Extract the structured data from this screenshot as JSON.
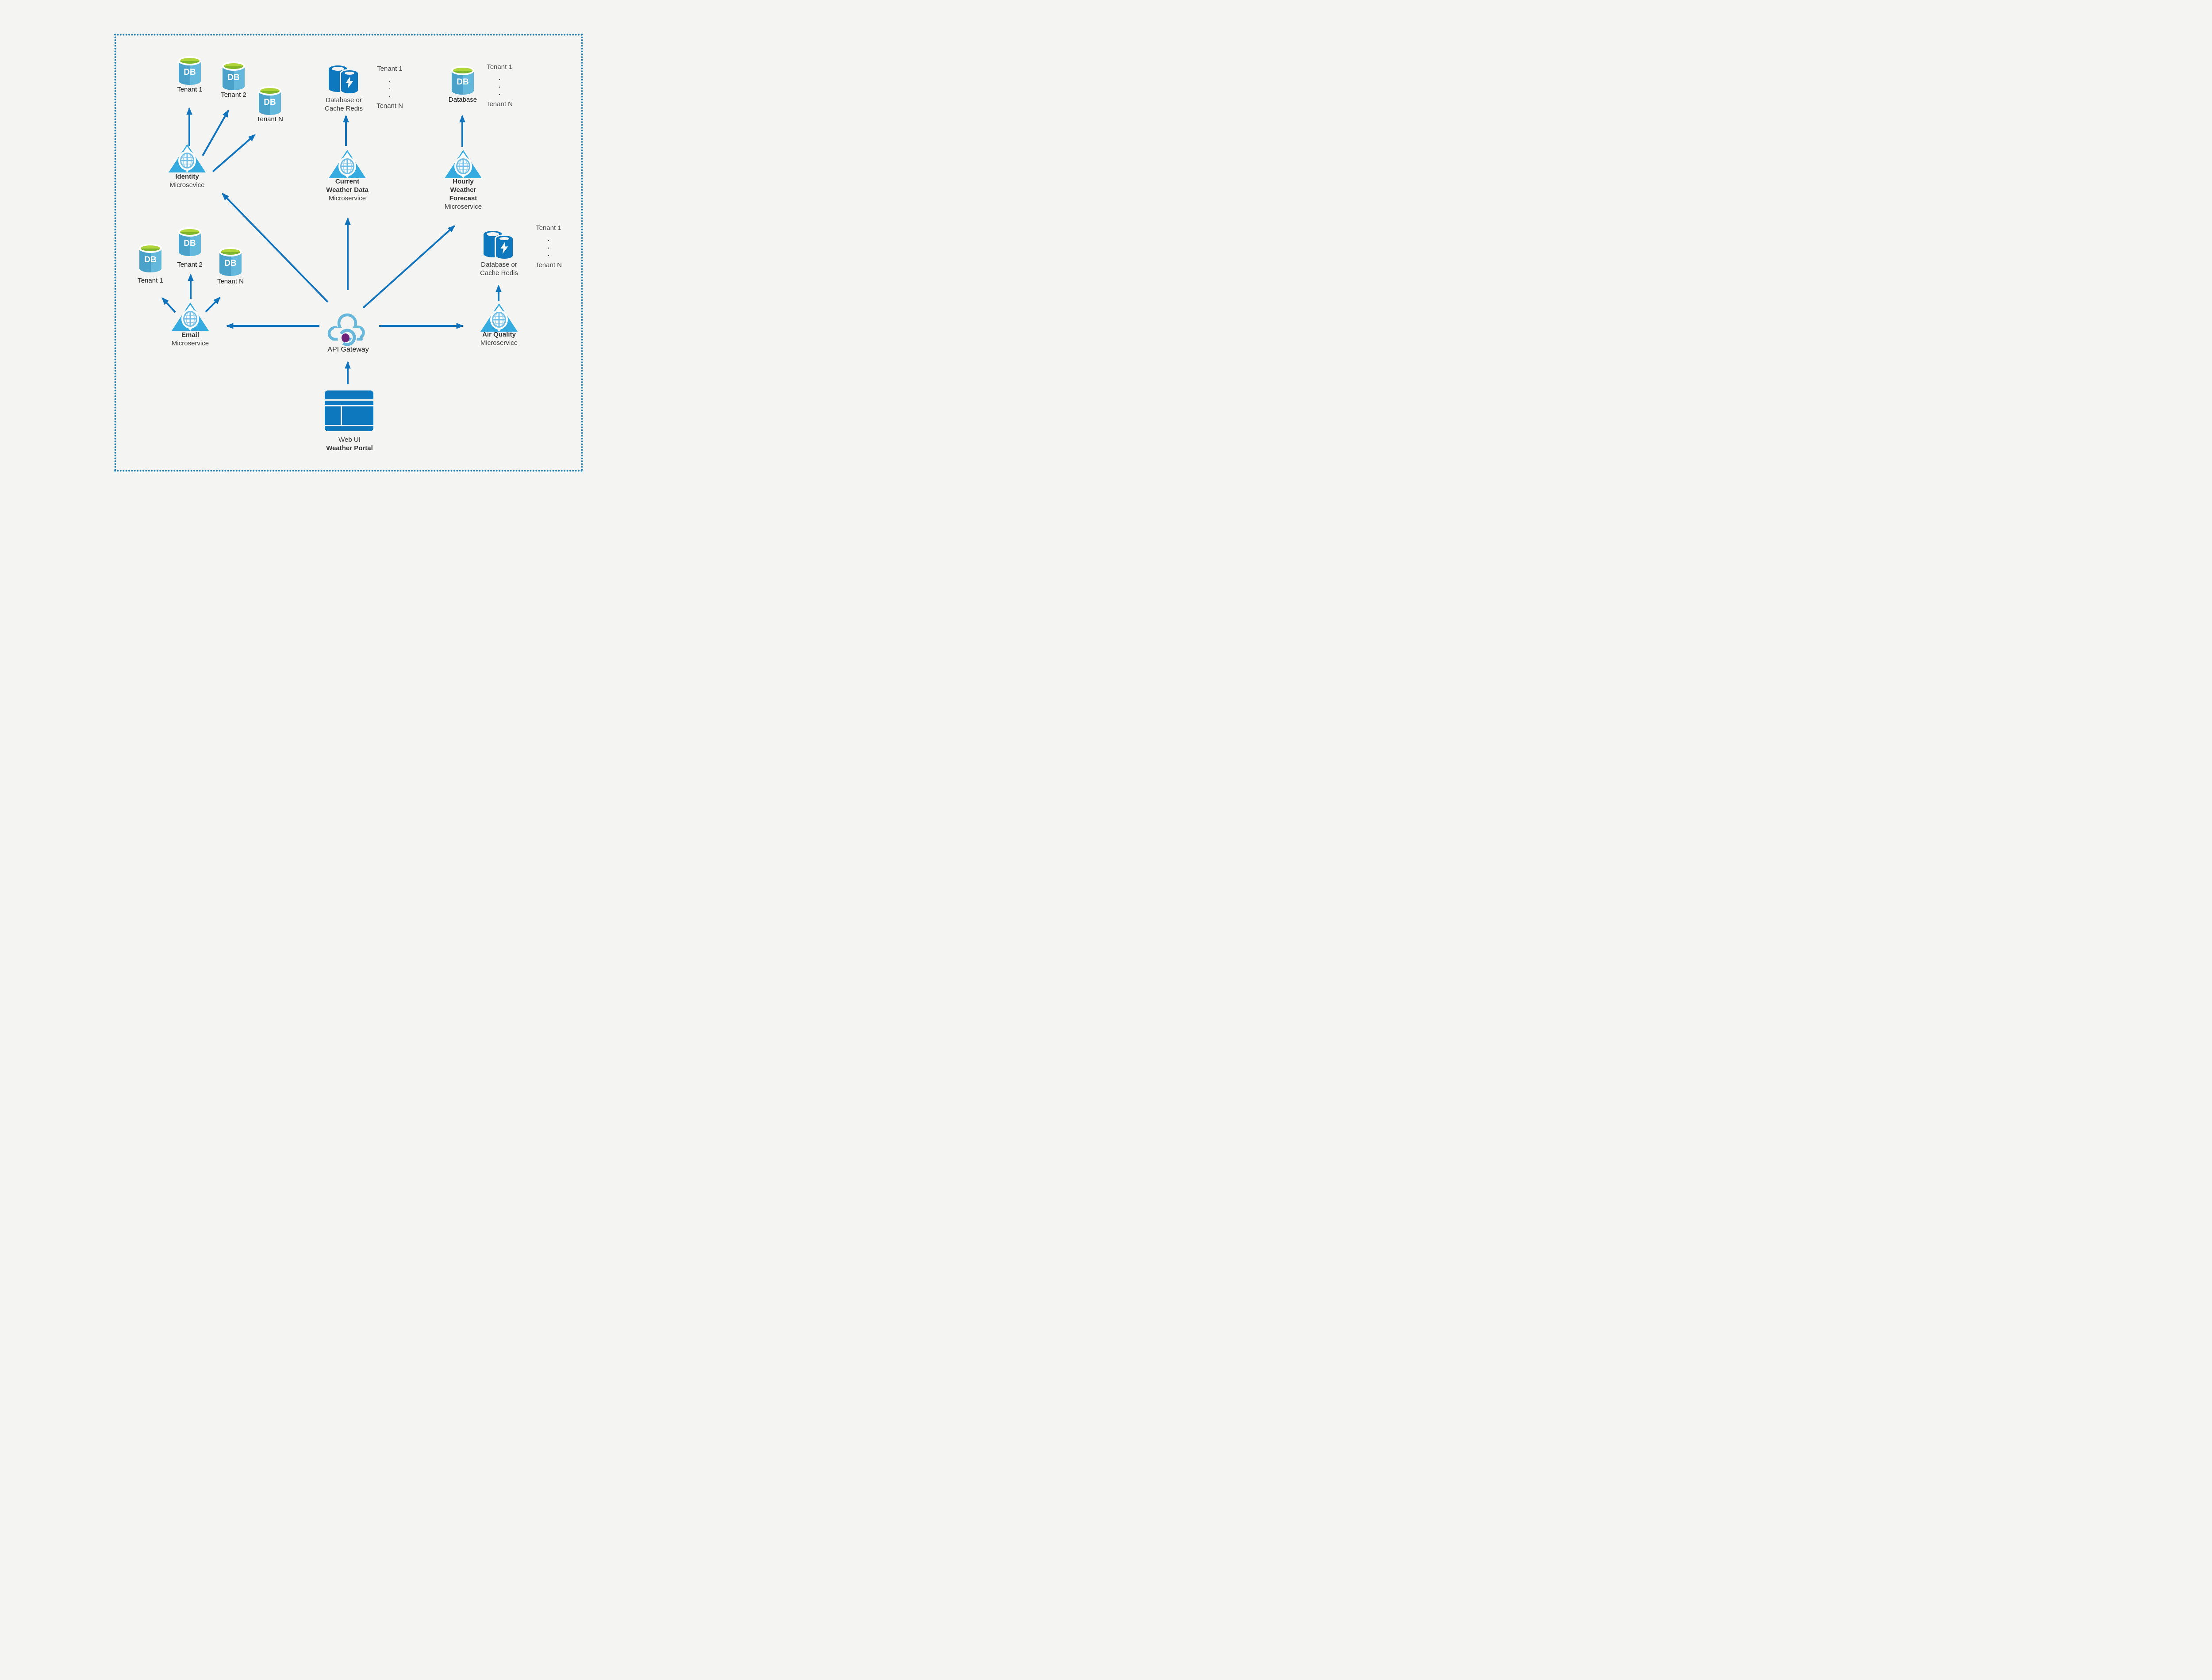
{
  "db_badge": "DB",
  "ellipsis_dot": ".",
  "identity": {
    "name": "Identity",
    "type": "Microsevice",
    "tenants": [
      "Tenant 1",
      "Tenant 2",
      "Tenant N"
    ]
  },
  "email": {
    "name": "Email",
    "type": "Microservice",
    "tenants": [
      "Tenant 1",
      "Tenant 2",
      "Tenant N"
    ]
  },
  "current": {
    "name1": "Current",
    "name2": "Weather Data",
    "type": "Microservice",
    "store1": "Database or",
    "store2": "Cache Redis",
    "tenant_first": "Tenant 1",
    "tenant_last": "Tenant N"
  },
  "hourly": {
    "name1": "Hourly",
    "name2": "Weather",
    "name3": "Forecast",
    "type": "Microservice",
    "store": "Database",
    "tenant_first": "Tenant 1",
    "tenant_last": "Tenant N"
  },
  "air": {
    "name": "Air Quality",
    "type": "Microservice",
    "store1": "Database or",
    "store2": "Cache Redis",
    "tenant_first": "Tenant 1",
    "tenant_last": "Tenant N"
  },
  "gateway": {
    "label": "API Gateway"
  },
  "webui": {
    "line1": "Web UI",
    "line2": "Weather Portal"
  },
  "colors": {
    "background": "#f4f5f3",
    "border_dots": "#1e7ead",
    "arrow_blue": "#1273bd",
    "triangle_blue": "#35abdf",
    "solid_icon_blue": "#0d78be",
    "db_lid_green": "#a2ce39",
    "cloud_stroke_blue": "#68b7da",
    "gateway_purple": "#6d2178",
    "text_dark": "#333333",
    "text_gray": "#4a4a4a"
  },
  "icons": {
    "database": "db-cylinder-icon",
    "cache": "cache-redis-cylinders-lightning-icon",
    "microservice": "triangle-globe-icon",
    "api_gateway": "cloud-sync-icon",
    "web_ui": "browser-window-icon"
  }
}
